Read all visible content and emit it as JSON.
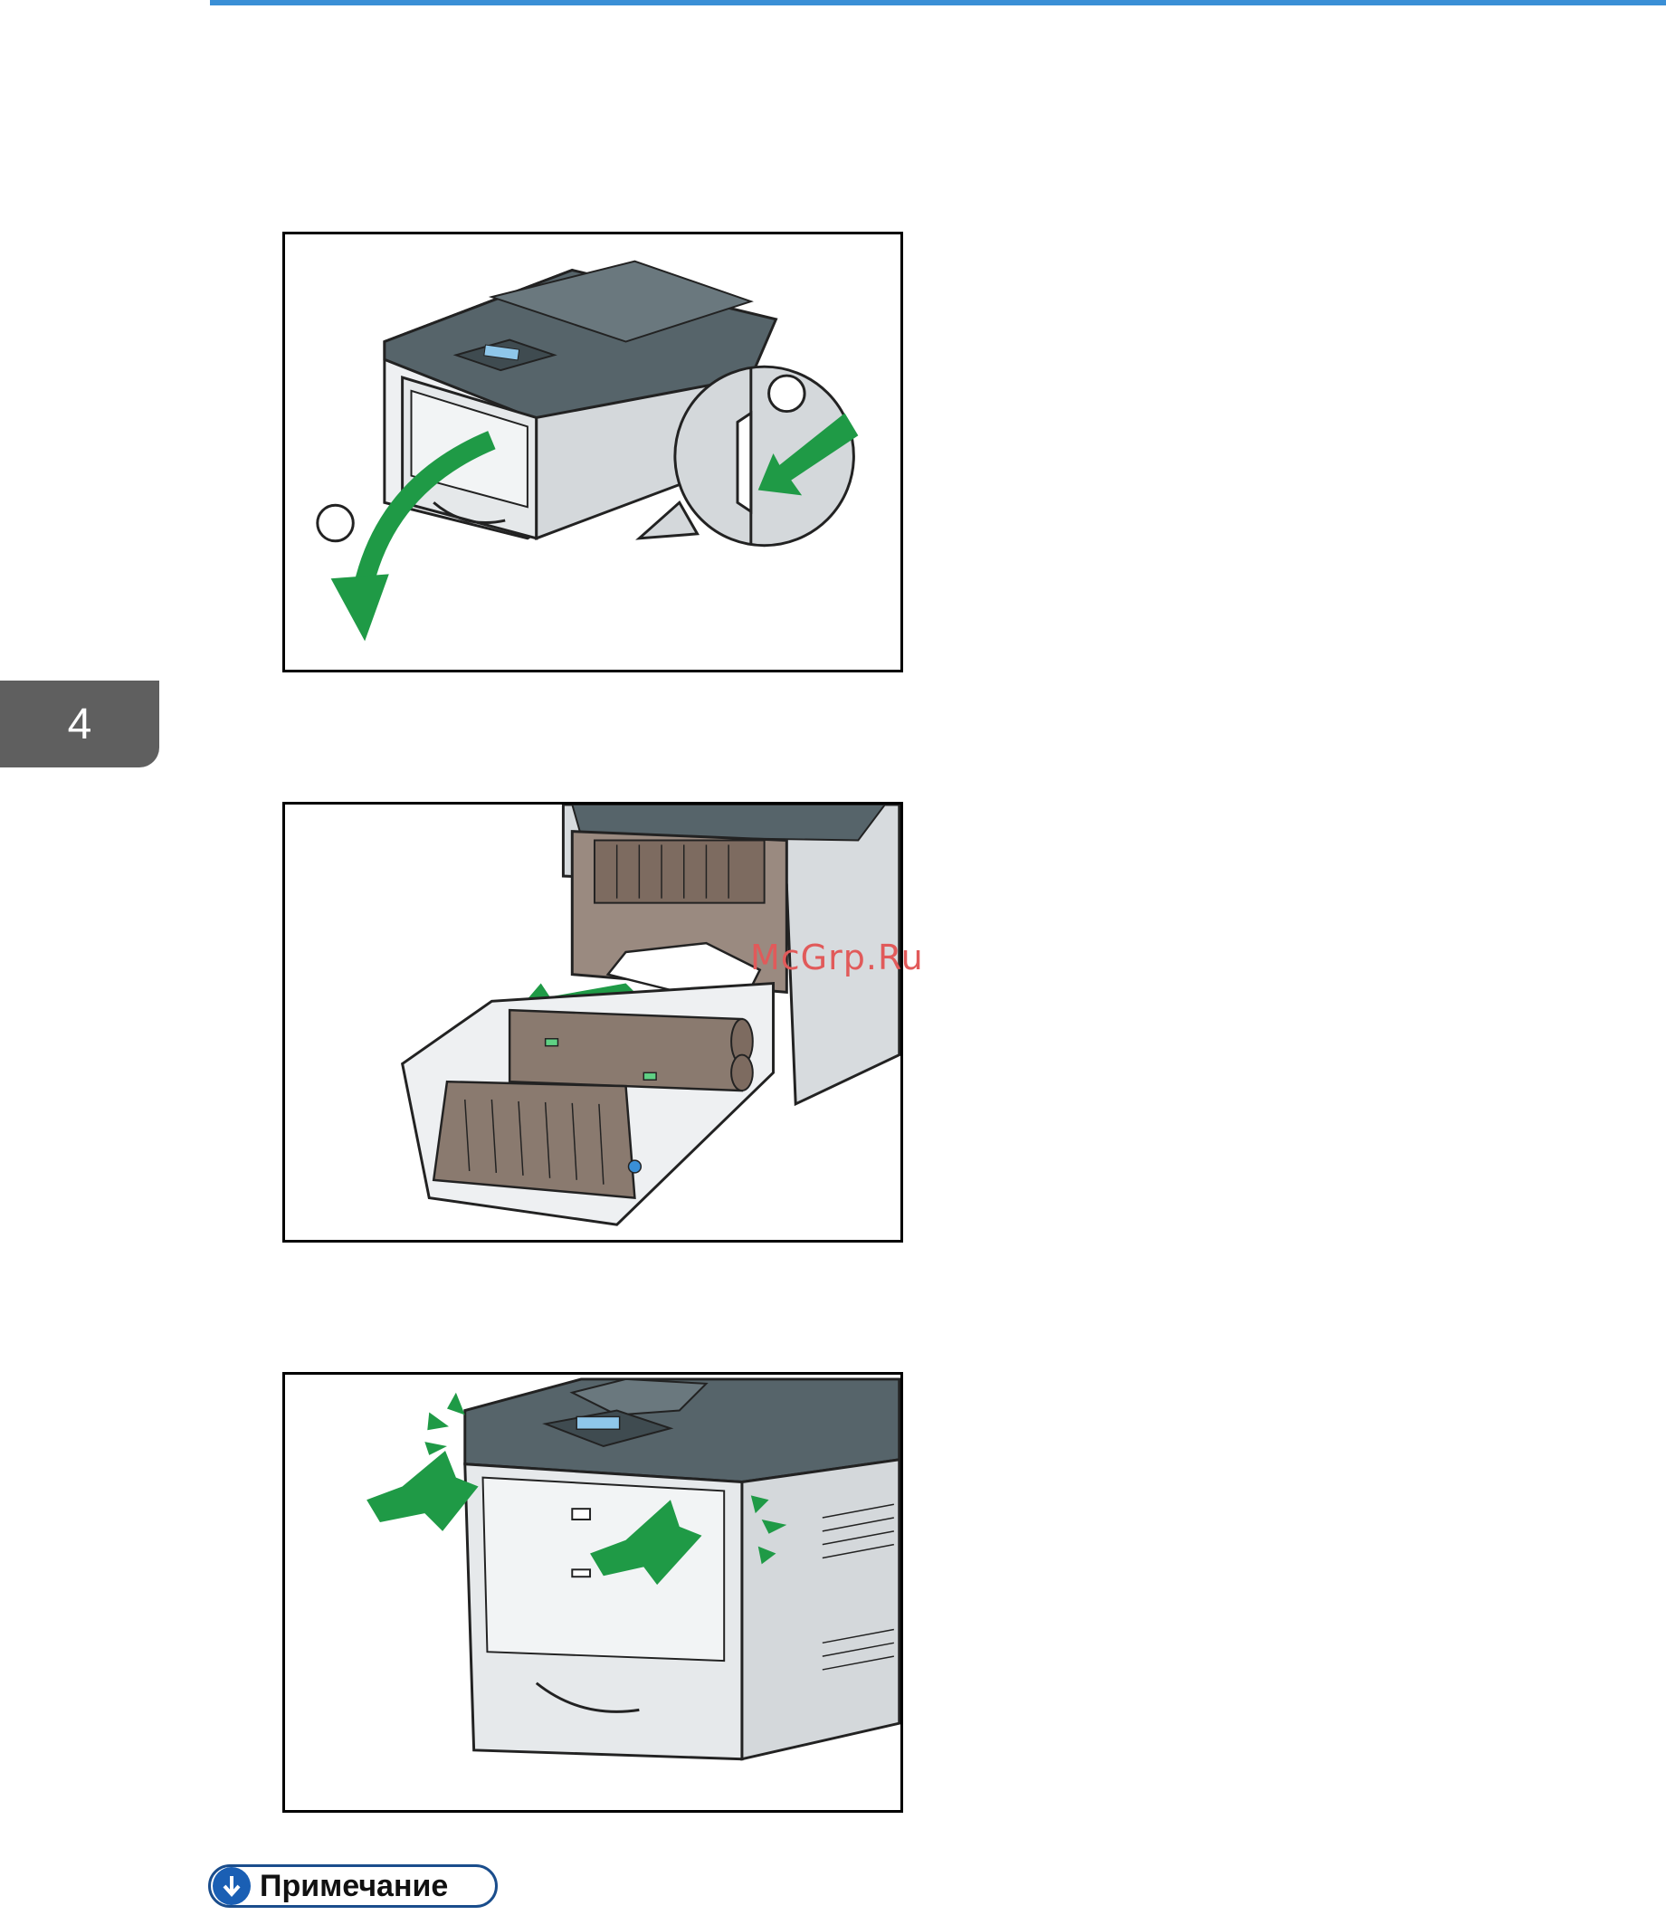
{
  "chapter": {
    "number": "4"
  },
  "figures": {
    "step1": {
      "callout_labels": [
        "",
        ""
      ]
    }
  },
  "watermark": "McGrp.Ru",
  "note": {
    "label": "Примечание",
    "icon": "down-arrow-icon"
  },
  "colors": {
    "accent_rule": "#3a8fd6",
    "arrow_green": "#1f9a46",
    "printer_top": "#56646a",
    "chapter_tab": "#5f5f5f"
  }
}
